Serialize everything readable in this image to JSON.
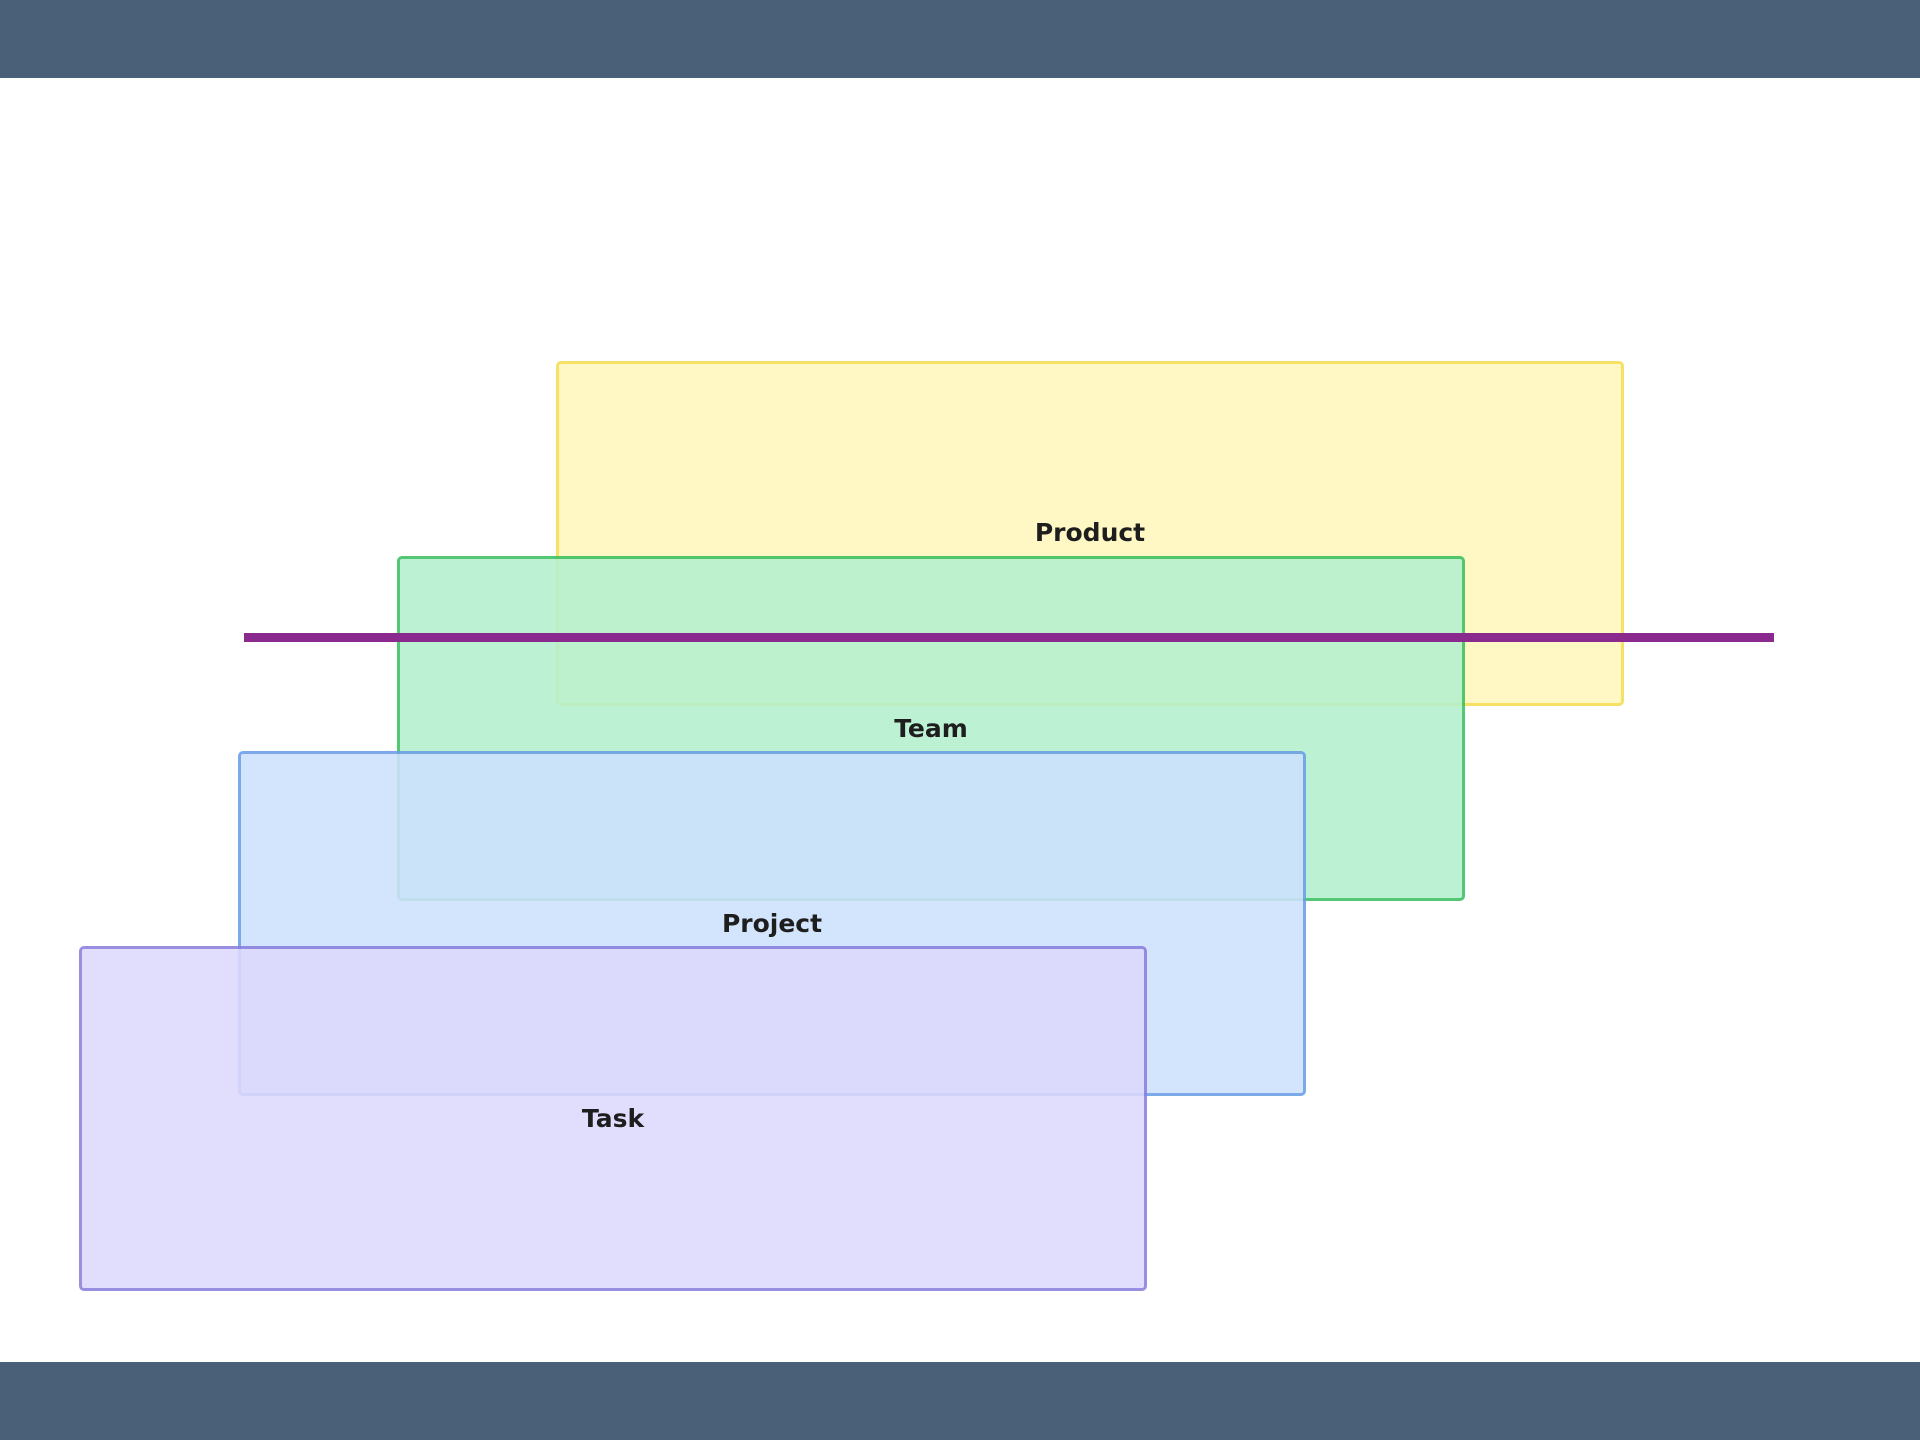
{
  "colors": {
    "band": "#4a6078",
    "divider": "#8a2a8e",
    "product_fill": "#fff6bd",
    "product_border": "#f5dc50",
    "team_fill": "#b5f0cf",
    "team_border": "#3cc060",
    "project_fill": "#cde2fd",
    "project_border": "#6a9ee6",
    "task_fill": "#ddd9fd",
    "task_border": "#8a80de"
  },
  "layers": [
    {
      "key": "product",
      "label": "Product"
    },
    {
      "key": "team",
      "label": "Team"
    },
    {
      "key": "project",
      "label": "Project"
    },
    {
      "key": "task",
      "label": "Task"
    }
  ]
}
